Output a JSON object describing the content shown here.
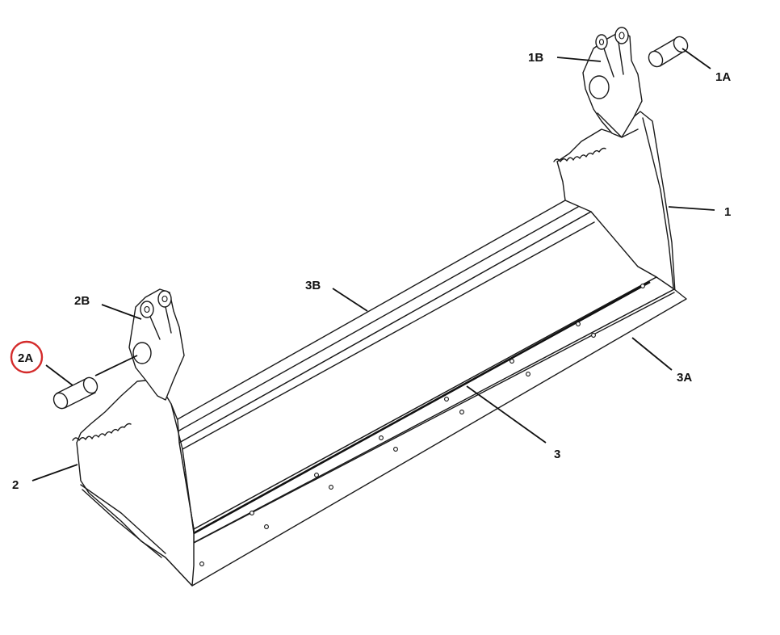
{
  "labels": {
    "l1": "1",
    "l1A": "1A",
    "l1B": "1B",
    "l2": "2",
    "l2A": "2A",
    "l2B": "2B",
    "l3": "3",
    "l3A": "3A",
    "l3B": "3B"
  },
  "highlight": {
    "label": "2A",
    "color": "#d42b2b"
  }
}
